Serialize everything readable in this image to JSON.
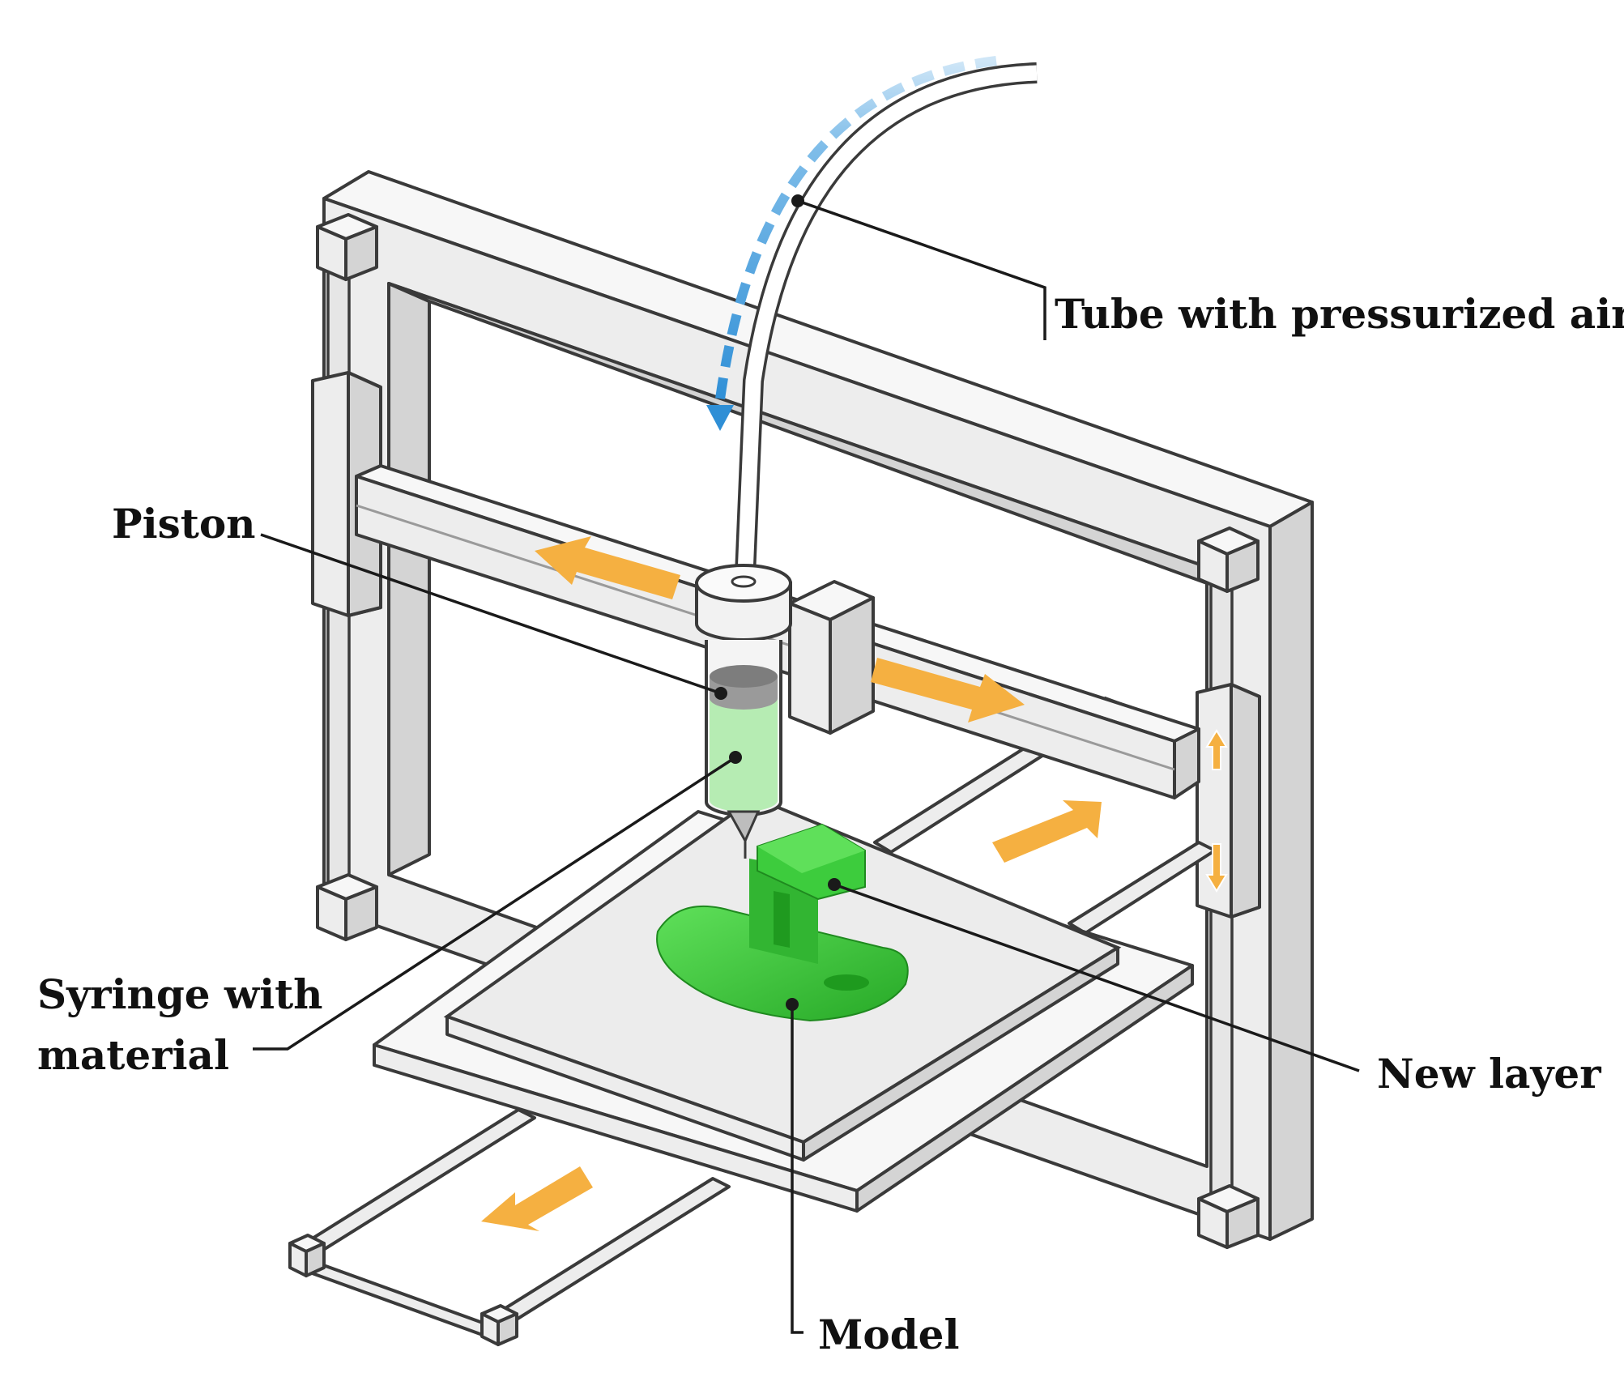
{
  "labels": {
    "tube": "Tube with pressurized air",
    "piston": "Piston",
    "syringe_line1": "Syringe with",
    "syringe_line2": "material",
    "new_layer": "New layer",
    "model": "Model"
  },
  "colors": {
    "motion_arrow": "#f5b041",
    "air_flow": "#3a9ad9",
    "model": "#3cc43c",
    "material": "#b6ecb3",
    "piston": "#9a9a9a",
    "frame": "#ededed",
    "outline": "#3a3a3a"
  },
  "icons": {
    "air_flow": "dashed-curved-arrow-down",
    "motion": "block-arrow"
  }
}
